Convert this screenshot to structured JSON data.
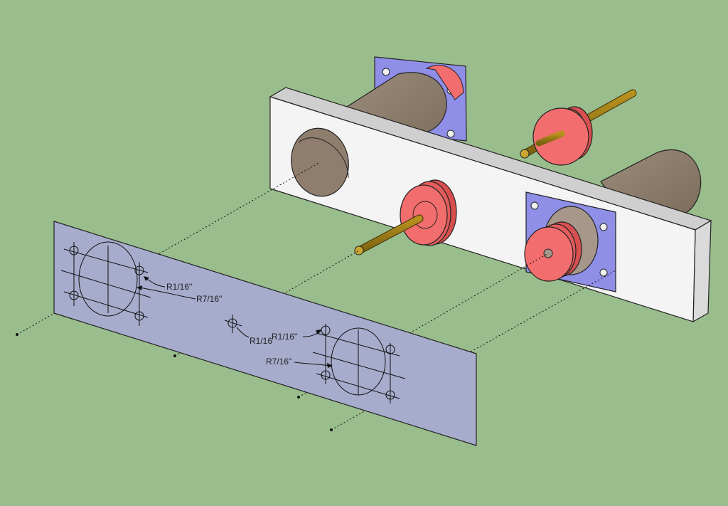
{
  "scene": {
    "background_color": "#99bd8c",
    "colors": {
      "board_face": "#f4f4f4",
      "board_top": "#cfcfcf",
      "board_side": "#dadada",
      "motor_body": "#8f7e6d",
      "motor_face": "#a7978b",
      "mount_plate": "#8f8fe8",
      "pulley": "#f26d6d",
      "pulley_dark": "#d84f4f",
      "shaft": "#9a7a1a",
      "template_sheet": "#a7abcc",
      "line": "#111111"
    }
  },
  "template": {
    "left_hole_callout": "R1/16\"",
    "left_circle_callout": "R7/16\"",
    "center_hole_callout": "R1/16",
    "right_hole_callout": "R1/16\"",
    "right_circle_callout": "R7/16\""
  }
}
